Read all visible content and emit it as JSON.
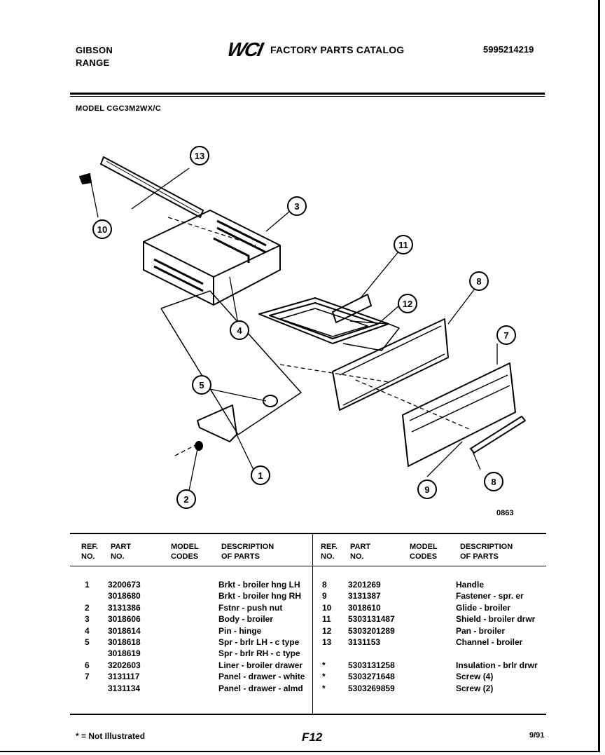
{
  "header": {
    "brand_line1": "GIBSON",
    "brand_line2": "RANGE",
    "logo": "WCI",
    "catalog_title": "FACTORY PARTS CATALOG",
    "catalog_number": "5995214219"
  },
  "model": "MODEL CGC3M2WX/C",
  "diagram": {
    "figure_number": "0863",
    "callouts": [
      "13",
      "3",
      "10",
      "11",
      "8",
      "12",
      "4",
      "7",
      "5",
      "1",
      "9",
      "8",
      "2"
    ]
  },
  "table": {
    "headers": {
      "ref": "REF.\nNO.",
      "part": "PART\nNO.",
      "codes": "MODEL\nCODES",
      "desc": "DESCRIPTION\nOF PARTS"
    },
    "left_rows": [
      {
        "ref": "1",
        "part": "3200673",
        "desc": "Brkt - broiler hng LH"
      },
      {
        "ref": "",
        "part": "3018680",
        "desc": "Brkt - broiler hng RH"
      },
      {
        "ref": "2",
        "part": "3131386",
        "desc": "Fstnr - push nut"
      },
      {
        "ref": "3",
        "part": "3018606",
        "desc": "Body - broiler"
      },
      {
        "ref": "4",
        "part": "3018614",
        "desc": "Pin - hinge"
      },
      {
        "ref": "5",
        "part": "3018618",
        "desc": "Spr - brlr LH - c type"
      },
      {
        "ref": "",
        "part": "3018619",
        "desc": "Spr - brlr RH - c type"
      },
      {
        "ref": "6",
        "part": "3202603",
        "desc": "Liner - broiler drawer"
      },
      {
        "ref": "7",
        "part": "3131117",
        "desc": "Panel - drawer - white"
      },
      {
        "ref": "",
        "part": "3131134",
        "desc": "Panel - drawer - almd"
      }
    ],
    "right_rows": [
      {
        "ref": "8",
        "part": "3201269",
        "desc": "Handle"
      },
      {
        "ref": "9",
        "part": "3131387",
        "desc": "Fastener - spr. er"
      },
      {
        "ref": "10",
        "part": "3018610",
        "desc": "Glide - broiler"
      },
      {
        "ref": "11",
        "part": "5303131487",
        "desc": "Shield - broiler drwr"
      },
      {
        "ref": "12",
        "part": "5303201289",
        "desc": "Pan - broiler"
      },
      {
        "ref": "13",
        "part": "3131153",
        "desc": "Channel - broiler"
      },
      {
        "ref": "",
        "part": "",
        "desc": ""
      },
      {
        "ref": "*",
        "part": "5303131258",
        "desc": "Insulation - brlr drwr"
      },
      {
        "ref": "*",
        "part": "5303271648",
        "desc": "Screw (4)"
      },
      {
        "ref": "*",
        "part": "5303269859",
        "desc": "Screw (2)"
      }
    ]
  },
  "footer": {
    "note": "* = Not Illustrated",
    "page": "F12",
    "date": "9/91"
  }
}
